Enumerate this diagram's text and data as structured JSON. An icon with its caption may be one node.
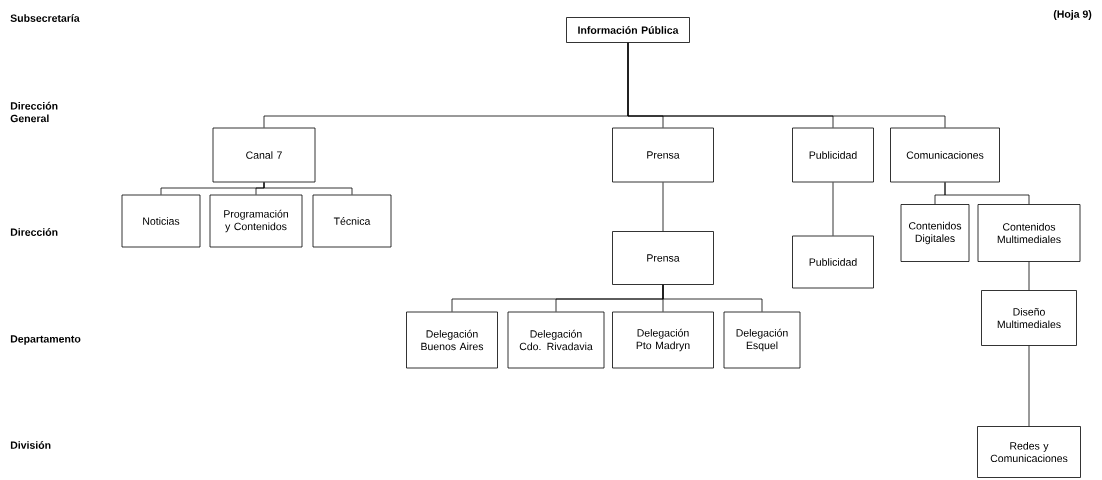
{
  "diagram": {
    "nodes": [
      {
        "text": [
          "Información Pública"
        ]
      },
      {
        "text": [
          "Canal 7"
        ]
      },
      {
        "text": [
          "Prensa"
        ]
      },
      {
        "text": [
          "Publicidad"
        ]
      },
      {
        "text": [
          "Comunicaciones"
        ]
      },
      {
        "text": [
          "Noticias"
        ]
      },
      {
        "text": [
          "Programación y Contenidos"
        ]
      },
      {
        "text": [
          "Técnica"
        ]
      },
      {
        "text": [
          "Prensa"
        ]
      },
      {
        "text": [
          "Publicidad"
        ]
      },
      {
        "text": [
          "Contenidos Digitales"
        ]
      },
      {
        "text": [
          "Contenidos Multimediales"
        ]
      },
      {
        "text": [
          "Delegación Buenos Aires"
        ]
      },
      {
        "text": [
          "Delegación Cdo. Rivadavia"
        ]
      },
      {
        "text": [
          "Delegación Pto Madryn"
        ]
      },
      {
        "text": [
          "Delegación Esquel"
        ]
      },
      {
        "text": [
          "Diseño Multimediales"
        ]
      },
      {
        "text": [
          "Redes y Comunicaciones"
        ]
      }
    ],
    "edges": [
      {
        "from": 0,
        "to": 1,
        "arrow": "none"
      },
      {
        "from": 0,
        "to": 2,
        "arrow": "none"
      },
      {
        "from": 0,
        "to": 3,
        "arrow": "none"
      },
      {
        "from": 0,
        "to": 4,
        "arrow": "none"
      },
      {
        "from": 1,
        "to": 5,
        "arrow": "none"
      },
      {
        "from": 1,
        "to": 6,
        "arrow": "none"
      },
      {
        "from": 1,
        "to": 7,
        "arrow": "none"
      },
      {
        "from": 2,
        "to": 8,
        "arrow": "none"
      },
      {
        "from": 3,
        "to": 9,
        "arrow": "none"
      },
      {
        "from": 4,
        "to": 10,
        "arrow": "none"
      },
      {
        "from": 4,
        "to": 11,
        "arrow": "none"
      },
      {
        "from": 8,
        "to": 12,
        "arrow": "none"
      },
      {
        "from": 8,
        "to": 13,
        "arrow": "none"
      },
      {
        "from": 8,
        "to": 14,
        "arrow": "none"
      },
      {
        "from": 8,
        "to": 15,
        "arrow": "none"
      },
      {
        "from": 11,
        "to": 16,
        "arrow": "none"
      },
      {
        "from": 16,
        "to": 17,
        "arrow": "none"
      }
    ],
    "labels": [
      "Subsecretaría",
      "(Hoja 9)",
      "Dirección General",
      "Dirección",
      "Departamento",
      "División"
    ]
  }
}
